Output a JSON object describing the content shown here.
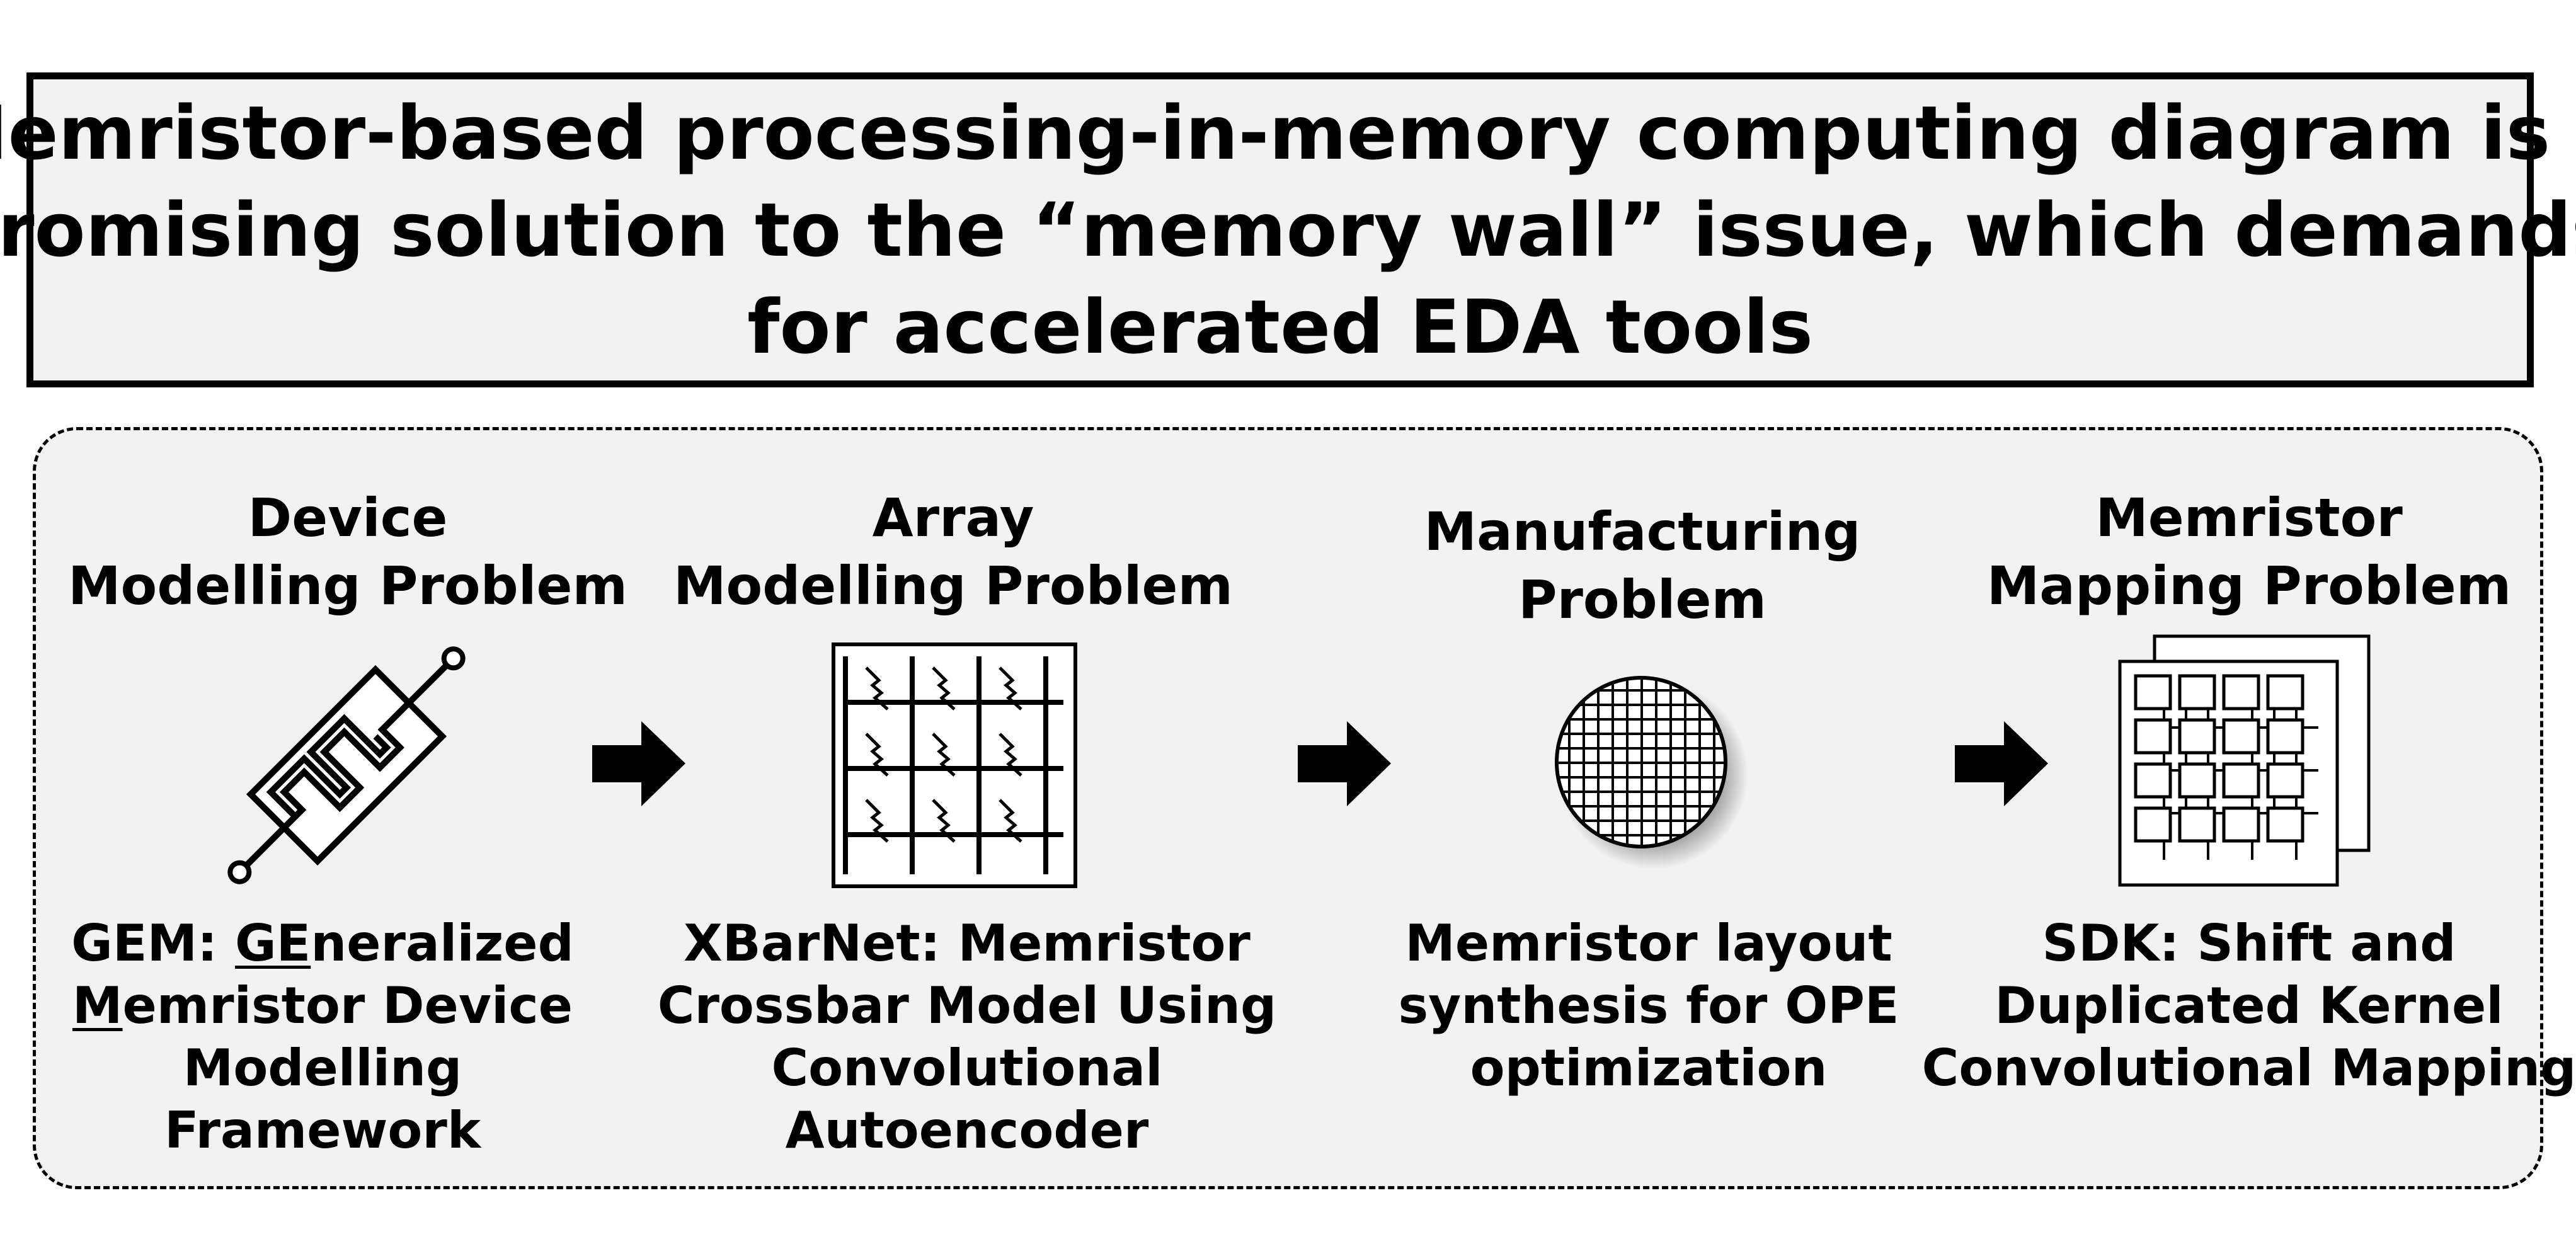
{
  "header": {
    "lines": [
      "Memristor-based processing-in-memory computing diagram is a",
      "promising solution to the “memory wall” issue, which demands",
      "for accelerated EDA tools"
    ]
  },
  "stages": [
    {
      "title_lines": [
        "Device",
        "Modelling Problem"
      ],
      "icon": "memristor-device-icon",
      "desc": {
        "line1_prefix": "GEM: ",
        "line1_underlined": "GE",
        "line1_suffix": "neralized",
        "line2_underlined": "M",
        "line2_suffix": "emristor Device",
        "line3": "Modelling",
        "line4": "Framework"
      }
    },
    {
      "title_lines": [
        "Array",
        "Modelling Problem"
      ],
      "icon": "crossbar-array-icon",
      "desc_lines": [
        "XBarNet: Memristor",
        "Crossbar Model Using",
        "Convolutional",
        "Autoencoder"
      ]
    },
    {
      "title_lines": [
        "Manufacturing",
        "Problem"
      ],
      "icon": "wafer-icon",
      "desc_lines": [
        "Memristor layout",
        "synthesis for OPE",
        "optimization"
      ]
    },
    {
      "title_lines": [
        "Memristor",
        "Mapping Problem"
      ],
      "icon": "chip-mapping-icon",
      "desc_lines": [
        "SDK: Shift and",
        "Duplicated Kernel",
        "Convolutional Mapping"
      ]
    }
  ],
  "arrows": [
    "right-arrow-icon",
    "right-arrow-icon",
    "right-arrow-icon"
  ],
  "colors": {
    "panel_background": "#f2f2f2",
    "border": "#000000"
  }
}
